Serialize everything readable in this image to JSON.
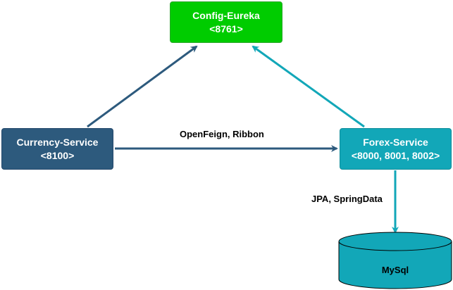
{
  "nodes": {
    "eureka": {
      "name": "Config-Eureka",
      "port": "<8761>"
    },
    "currency": {
      "name": "Currency-Service",
      "port": "<8100>"
    },
    "forex": {
      "name": "Forex-Service",
      "port": "<8000, 8001, 8002>"
    },
    "database": {
      "name": "MySql"
    }
  },
  "edges": {
    "currency_to_forex": "OpenFeign, Ribbon",
    "forex_to_database": "JPA, SpringData"
  },
  "colors": {
    "eureka": "#00cc00",
    "currency": "#2d5a7d",
    "forex": "#12a7b8",
    "currency_edge": "#2d5a7d",
    "forex_edge": "#12a7b8"
  }
}
